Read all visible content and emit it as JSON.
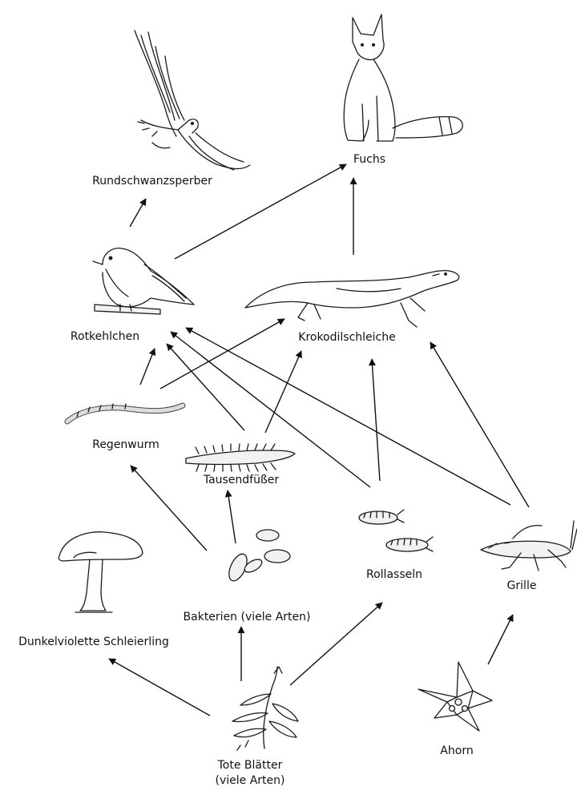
{
  "nodes": {
    "rundschwanzsperber": "Rundschwanzsperber",
    "fuchs": "Fuchs",
    "rotkehlchen": "Rotkehlchen",
    "krokodilschleiche": "Krokodilschleiche",
    "regenwurm": "Regenwurm",
    "tausendfuesser": "Tausendfüßer",
    "rollasseln": "Rollasseln",
    "grille": "Grille",
    "dunkelviolette": "Dunkelviolette Schleierling",
    "bakterien": "Bakterien (viele Arten)",
    "tote_blaetter_1": "Tote Blätter",
    "tote_blaetter_2": "(viele Arten)",
    "ahorn": "Ahorn"
  },
  "links": [
    [
      "rotkehlchen",
      "rundschwanzsperber"
    ],
    [
      "rotkehlchen",
      "fuchs"
    ],
    [
      "krokodilschleiche",
      "fuchs"
    ],
    [
      "regenwurm",
      "rotkehlchen"
    ],
    [
      "regenwurm",
      "krokodilschleiche"
    ],
    [
      "tausendfuesser",
      "rotkehlchen"
    ],
    [
      "tausendfuesser",
      "krokodilschleiche"
    ],
    [
      "rollasseln",
      "rotkehlchen"
    ],
    [
      "rollasseln",
      "krokodilschleiche"
    ],
    [
      "grille",
      "rotkehlchen"
    ],
    [
      "grille",
      "krokodilschleiche"
    ],
    [
      "bakterien",
      "regenwurm"
    ],
    [
      "bakterien",
      "tausendfuesser"
    ],
    [
      "tote_blaetter",
      "dunkelviolette"
    ],
    [
      "tote_blaetter",
      "bakterien"
    ],
    [
      "tote_blaetter",
      "rollasseln"
    ],
    [
      "ahorn",
      "grille"
    ]
  ],
  "icons": [
    "hawk-icon",
    "fox-icon",
    "robin-icon",
    "skink-icon",
    "earthworm-icon",
    "millipede-icon",
    "woodlouse-icon",
    "cricket-icon",
    "mushroom-icon",
    "bacteria-icon",
    "dead-leaves-icon",
    "maple-flower-icon"
  ]
}
